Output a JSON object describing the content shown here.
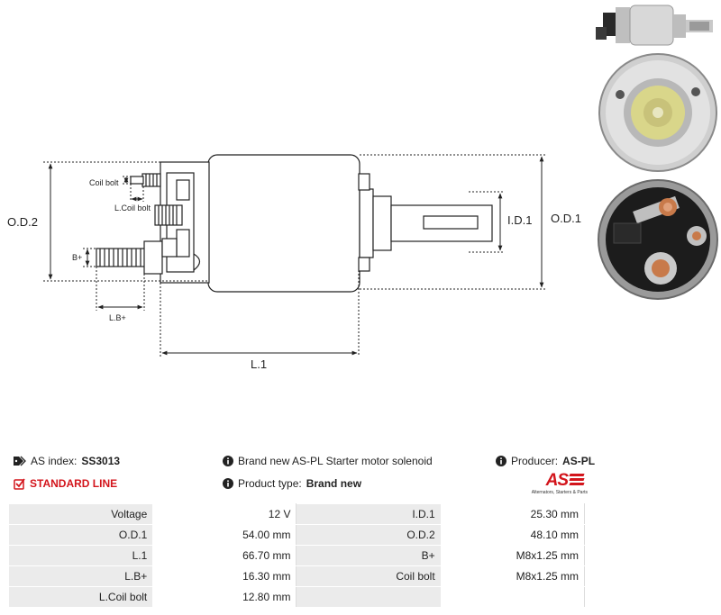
{
  "diagram": {
    "od2": "O.D.2",
    "od1": "O.D.1",
    "id1": "I.D.1",
    "l1": "L.1",
    "lbplus": "L.B+",
    "bplus": "B+",
    "coil_bolt": "Coil bolt",
    "l_coil_bolt": "L.Coil bolt"
  },
  "info": {
    "as_index_label": "AS index:",
    "as_index_value": "SS3013",
    "standard_line": "STANDARD LINE",
    "description": "Brand new AS-PL Starter motor solenoid",
    "product_type_label": "Product type:",
    "product_type_value": "Brand new",
    "producer_label": "Producer:",
    "producer_value": "AS-PL"
  },
  "logo": {
    "mark": "AS",
    "tagline": "Alternators, Starters & Parts"
  },
  "specs": [
    {
      "l1": "Voltage",
      "v1": "12 V",
      "l2": "I.D.1",
      "v2": "25.30 mm"
    },
    {
      "l1": "O.D.1",
      "v1": "54.00 mm",
      "l2": "O.D.2",
      "v2": "48.10 mm"
    },
    {
      "l1": "L.1",
      "v1": "66.70 mm",
      "l2": "B+",
      "v2": "M8x1.25 mm"
    },
    {
      "l1": "L.B+",
      "v1": "16.30 mm",
      "l2": "Coil bolt",
      "v2": "M8x1.25 mm"
    },
    {
      "l1": "L.Coil bolt",
      "v1": "12.80 mm",
      "l2": "",
      "v2": ""
    }
  ],
  "colors": {
    "brand_red": "#d3151c",
    "label_bg": "#ebebeb"
  }
}
